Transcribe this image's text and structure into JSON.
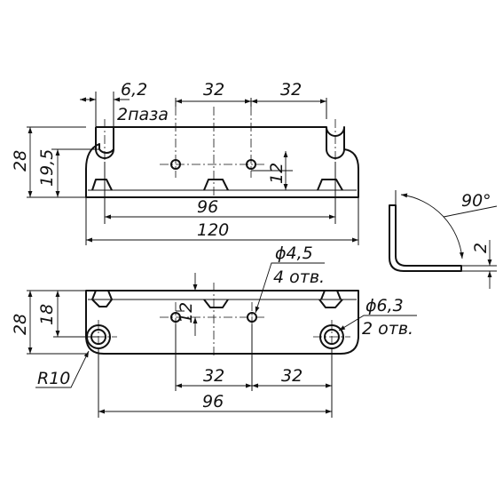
{
  "top_view": {
    "dim_slot_width": "6,2",
    "dim_slot_count": "2паза",
    "dim_pitch_left": "32",
    "dim_pitch_right": "32",
    "dim_height_total": "28",
    "dim_height_slot": "19,5",
    "dim_hole_offset": "12",
    "dim_slot_span": "96",
    "dim_length": "120"
  },
  "side_view": {
    "dim_angle": "90°",
    "dim_thickness": "2"
  },
  "bottom_view": {
    "dim_height_total": "28",
    "dim_height_hole": "18",
    "dim_hole_offset": "12",
    "small_hole_dia": "ϕ4,5",
    "small_hole_count": "4 отв.",
    "large_hole_dia": "ϕ6,3",
    "large_hole_count": "2 отв.",
    "corner_radius": "R10",
    "dim_pitch_left": "32",
    "dim_pitch_right": "32",
    "dim_span": "96"
  }
}
